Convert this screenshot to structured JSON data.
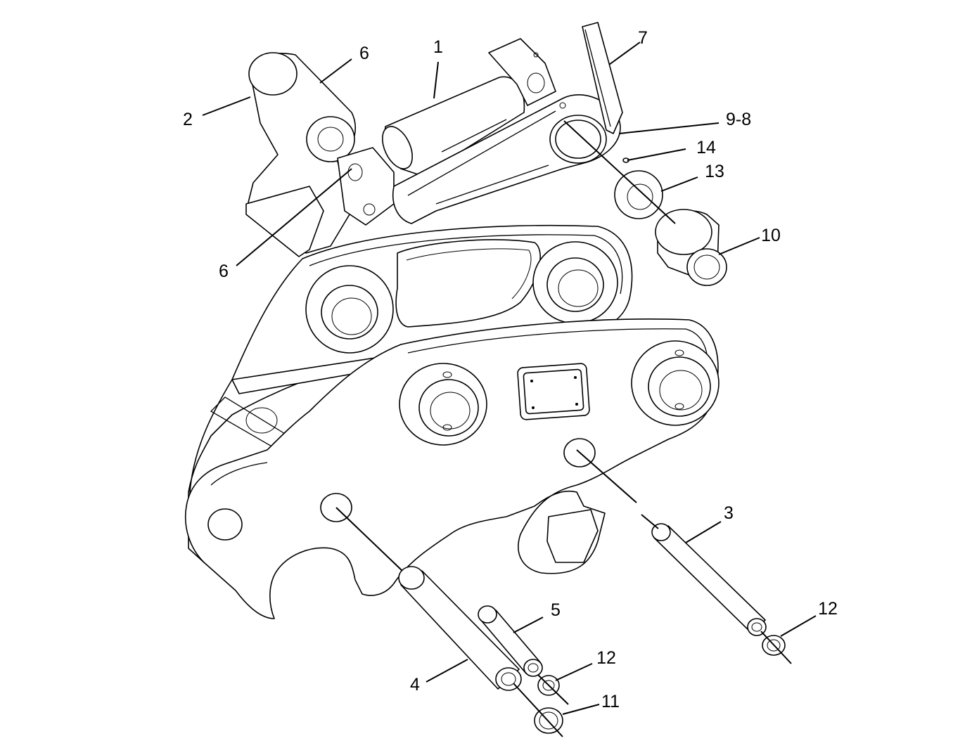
{
  "callouts": {
    "c1": "1",
    "c2": "2",
    "c3": "3",
    "c4": "4",
    "c5": "5",
    "c6a": "6",
    "c6b": "6",
    "c7": "7",
    "c98": "9-8",
    "c10": "10",
    "c11": "11",
    "c12a": "12",
    "c12b": "12",
    "c13": "13",
    "c14": "14"
  },
  "colors": {
    "line": "#000000",
    "paper": "#ffffff"
  }
}
